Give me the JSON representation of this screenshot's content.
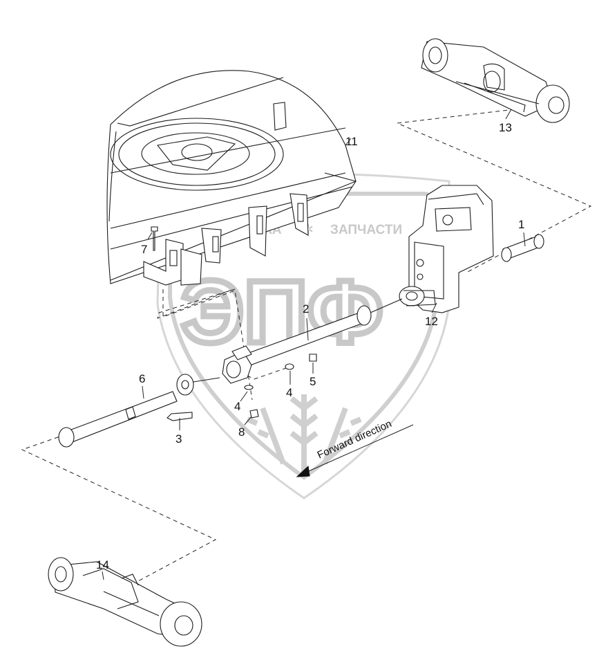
{
  "watermark": {
    "company": "ТЕХНИКА",
    "divider_symbol": "✲",
    "parts": "ЗАПЧАСТИ",
    "monogram": "ЭПФ",
    "color": "#c8c8c8"
  },
  "direction_label": "Forward direction",
  "callouts": [
    "1",
    "2",
    "3",
    "4",
    "4",
    "5",
    "6",
    "7",
    "8",
    "11",
    "12",
    "13",
    "14"
  ],
  "colors": {
    "line": "#1a1a1a",
    "watermark": "#c8c8c8",
    "background": "#ffffff"
  }
}
